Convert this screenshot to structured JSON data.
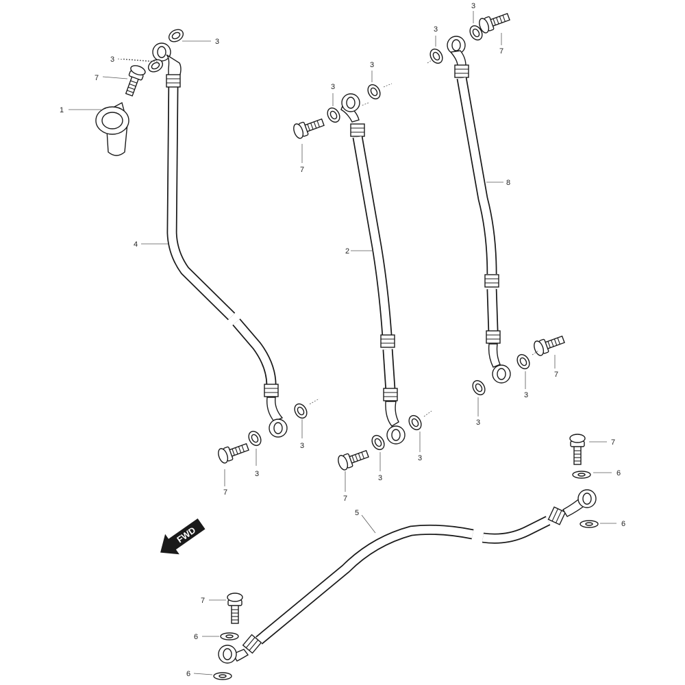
{
  "diagram": {
    "parts": [
      {
        "id": "part-1",
        "label": "1"
      },
      {
        "id": "part-2",
        "label": "2"
      },
      {
        "id": "part-4",
        "label": "4"
      },
      {
        "id": "part-5",
        "label": "5"
      },
      {
        "id": "part-8",
        "label": "8"
      }
    ],
    "callouts": {
      "p1": "1",
      "p2": "2",
      "p3": "3",
      "p4": "4",
      "p5": "5",
      "p6": "6",
      "p7": "7",
      "p8": "8"
    },
    "direction_arrow": "FWD"
  }
}
